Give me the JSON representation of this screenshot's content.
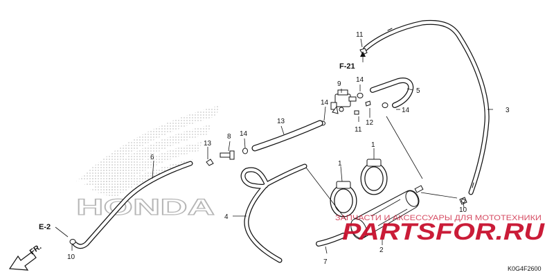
{
  "diagram": {
    "callouts": [
      {
        "id": "c1a",
        "text": "1"
      },
      {
        "id": "c1b",
        "text": "1"
      },
      {
        "id": "c2",
        "text": "2"
      },
      {
        "id": "c3",
        "text": "3"
      },
      {
        "id": "c4",
        "text": "4"
      },
      {
        "id": "c5",
        "text": "5"
      },
      {
        "id": "c6",
        "text": "6"
      },
      {
        "id": "c7",
        "text": "7"
      },
      {
        "id": "c8",
        "text": "8"
      },
      {
        "id": "c9",
        "text": "9"
      },
      {
        "id": "c10a",
        "text": "10"
      },
      {
        "id": "c10b",
        "text": "10"
      },
      {
        "id": "c11a",
        "text": "11"
      },
      {
        "id": "c11b",
        "text": "11"
      },
      {
        "id": "c12",
        "text": "12"
      },
      {
        "id": "c13a",
        "text": "13"
      },
      {
        "id": "c13b",
        "text": "13"
      },
      {
        "id": "c14a",
        "text": "14"
      },
      {
        "id": "c14b",
        "text": "14"
      },
      {
        "id": "c14c",
        "text": "14"
      },
      {
        "id": "c14d",
        "text": "14"
      }
    ],
    "section_refs": {
      "f21": "F-21",
      "e2": "E-2"
    },
    "direction_label": "FR.",
    "diagram_code": "K0G4F2600",
    "watermark": {
      "brand": "HONDA",
      "site": "PARTSFOR.RU",
      "tagline": "ЗАПЧАСТИ И АКСЕССУАРЫ ДЛЯ МОТОТЕХНИКИ",
      "color": "#c8102e"
    }
  }
}
